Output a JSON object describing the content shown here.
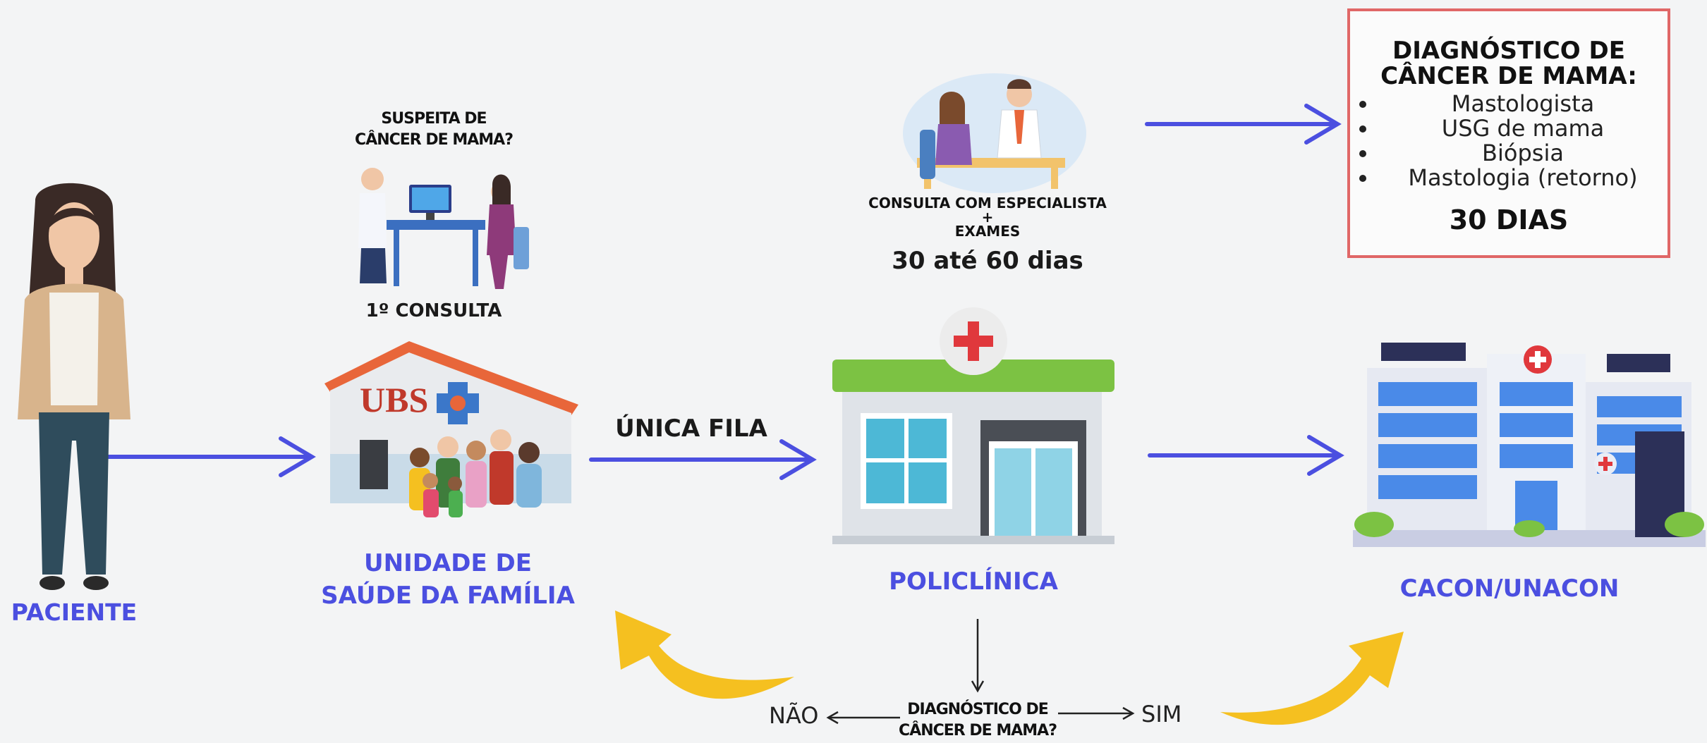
{
  "nodes": {
    "paciente": "PACIENTE",
    "ubs_line1": "UNIDADE DE",
    "ubs_line2": "SAÚDE DA FAMÍLIA",
    "ubs_sign": "UBS",
    "policlinica": "POLICLÍNICA",
    "cacon": "CACON/UNACON"
  },
  "first_consult": {
    "question_line1": "SUSPEITA DE",
    "question_line2": "CÂNCER DE MAMA?",
    "caption": "1º CONSULTA"
  },
  "specialist": {
    "line1": "CONSULTA COM ESPECIALISTA",
    "plus": "+",
    "line2": "EXAMES",
    "duration": "30 até 60 dias"
  },
  "queue_label": "ÚNICA FILA",
  "diagnosis_box": {
    "title_line1": "DIAGNÓSTICO DE",
    "title_line2": "CÂNCER DE MAMA:",
    "items": [
      "Mastologista",
      "USG de mama",
      "Biópsia",
      "Mastologia (retorno)"
    ],
    "duration": "30 DIAS"
  },
  "decision": {
    "line1": "DIAGNÓSTICO DE",
    "line2": "CÂNCER DE MAMA?",
    "no": "NÃO",
    "yes": "SIM"
  },
  "colors": {
    "accent_blue": "#4b4fe0",
    "arrow_yellow": "#f5c020",
    "box_border": "#e06767",
    "roof_orange": "#e8663a",
    "policlinica_green": "#7cc243",
    "cross_red": "#e0383c"
  }
}
